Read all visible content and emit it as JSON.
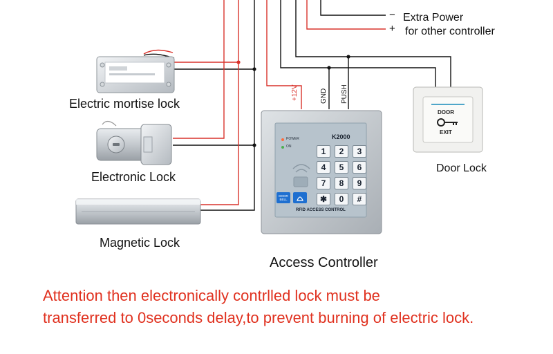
{
  "power": {
    "minus": "−",
    "plus": "+",
    "line1": "Extra Power",
    "line2": "for other controller"
  },
  "locks": [
    {
      "label": "Electric mortise lock"
    },
    {
      "label": "Electronic Lock"
    },
    {
      "label": "Magnetic Lock"
    }
  ],
  "door_button": {
    "label": "Door Lock",
    "top_text": "DOOR",
    "bottom_text": "EXIT"
  },
  "terminals": {
    "v12": "+12V",
    "gnd": "GND",
    "push": "PUSH"
  },
  "keypad": {
    "model": "K2000",
    "led_power": "POWER",
    "led_on": "ON",
    "doorbell": "DOOR BELL",
    "footer": "RFID ACCESS CONTROL",
    "keys": [
      "1",
      "2",
      "3",
      "4",
      "5",
      "6",
      "7",
      "8",
      "9",
      "✱",
      "0",
      "#"
    ]
  },
  "controller_label": "Access Controller",
  "attention": {
    "line1": "Attention then electronically contrlled lock must be",
    "line2": "transferred to 0seconds delay,to prevent burning of electric lock."
  },
  "colors": {
    "wire_black": "#111111",
    "wire_red": "#d9322b",
    "warning_text": "#e0311f"
  }
}
